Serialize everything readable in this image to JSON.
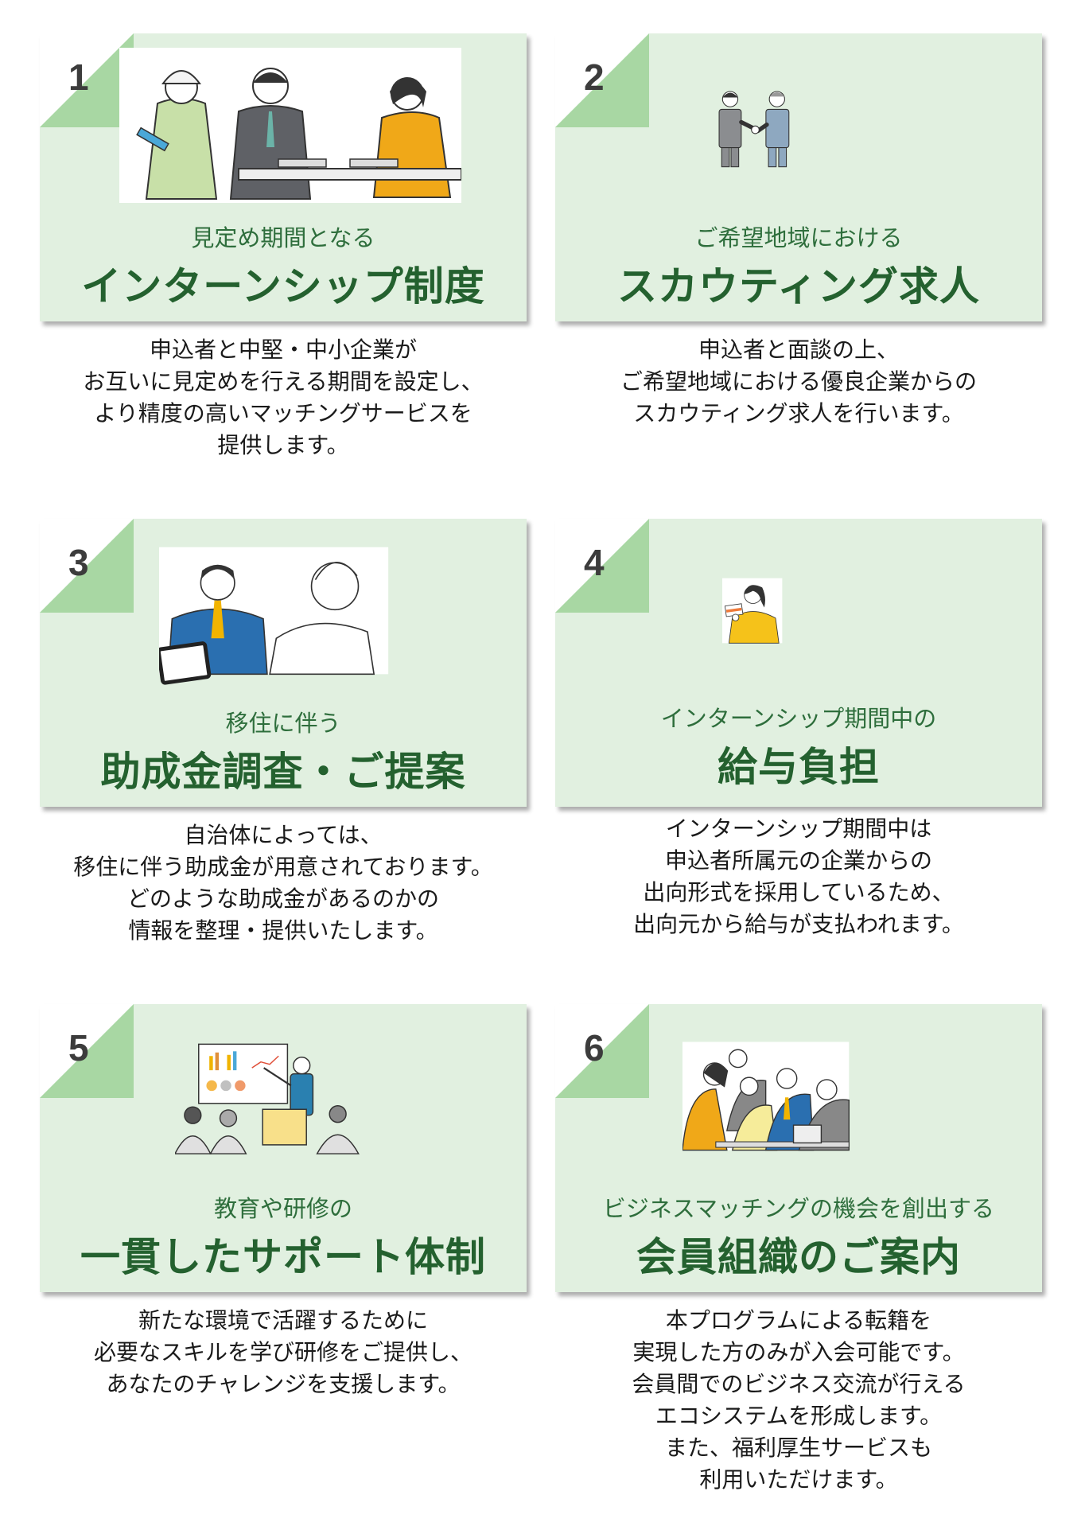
{
  "colors": {
    "card_bg": "#e1f0e0",
    "fold": "#a8d7a3",
    "subtitle": "#2e6e3c",
    "title": "#24612f"
  },
  "cards": [
    {
      "number": "1",
      "illustration_icon": "office-meeting-illustration",
      "subtitle": "見定め期間となる",
      "title": "インターンシップ制度",
      "description": [
        "申込者と中堅・中小企業が",
        "お互いに見定めを行える期間を設定し、",
        "より精度の高いマッチングサービスを",
        "提供します。"
      ]
    },
    {
      "number": "2",
      "illustration_icon": "handshake-illustration",
      "subtitle": "ご希望地域における",
      "title": "スカウティング求人",
      "description": [
        "申込者と面談の上、",
        "ご希望地域における優良企業からの",
        "スカウティング求人を行います。"
      ]
    },
    {
      "number": "3",
      "illustration_icon": "consultation-tablet-illustration",
      "subtitle": "移住に伴う",
      "title": "助成金調査・ご提案",
      "description": [
        "自治体によっては、",
        "移住に伴う助成金が用意されております。",
        "どのような助成金があるのかの",
        "情報を整理・提供いたします。"
      ]
    },
    {
      "number": "4",
      "illustration_icon": "woman-with-card-illustration",
      "subtitle": "インターンシップ期間中の",
      "title": "給与負担",
      "description": [
        "インターンシップ期間中は",
        "申込者所属元の企業からの",
        "出向形式を採用しているため、",
        "出向元から給与が支払われます。"
      ]
    },
    {
      "number": "5",
      "illustration_icon": "seminar-presentation-illustration",
      "subtitle": "教育や研修の",
      "title": "一貫したサポート体制",
      "description": [
        "新たな環境で活躍するために",
        "必要なスキルを学び研修をご提供し、",
        "あなたのチャレンジを支援します。"
      ]
    },
    {
      "number": "6",
      "illustration_icon": "team-collaboration-illustration",
      "subtitle": "ビジネスマッチングの機会を創出する",
      "title": "会員組織のご案内",
      "description": [
        "本プログラムによる転籍を",
        "実現した方のみが入会可能です。",
        "会員間でのビジネス交流が行える",
        "エコシステムを形成します。",
        "また、福利厚生サービスも",
        "利用いただけます。"
      ]
    }
  ]
}
